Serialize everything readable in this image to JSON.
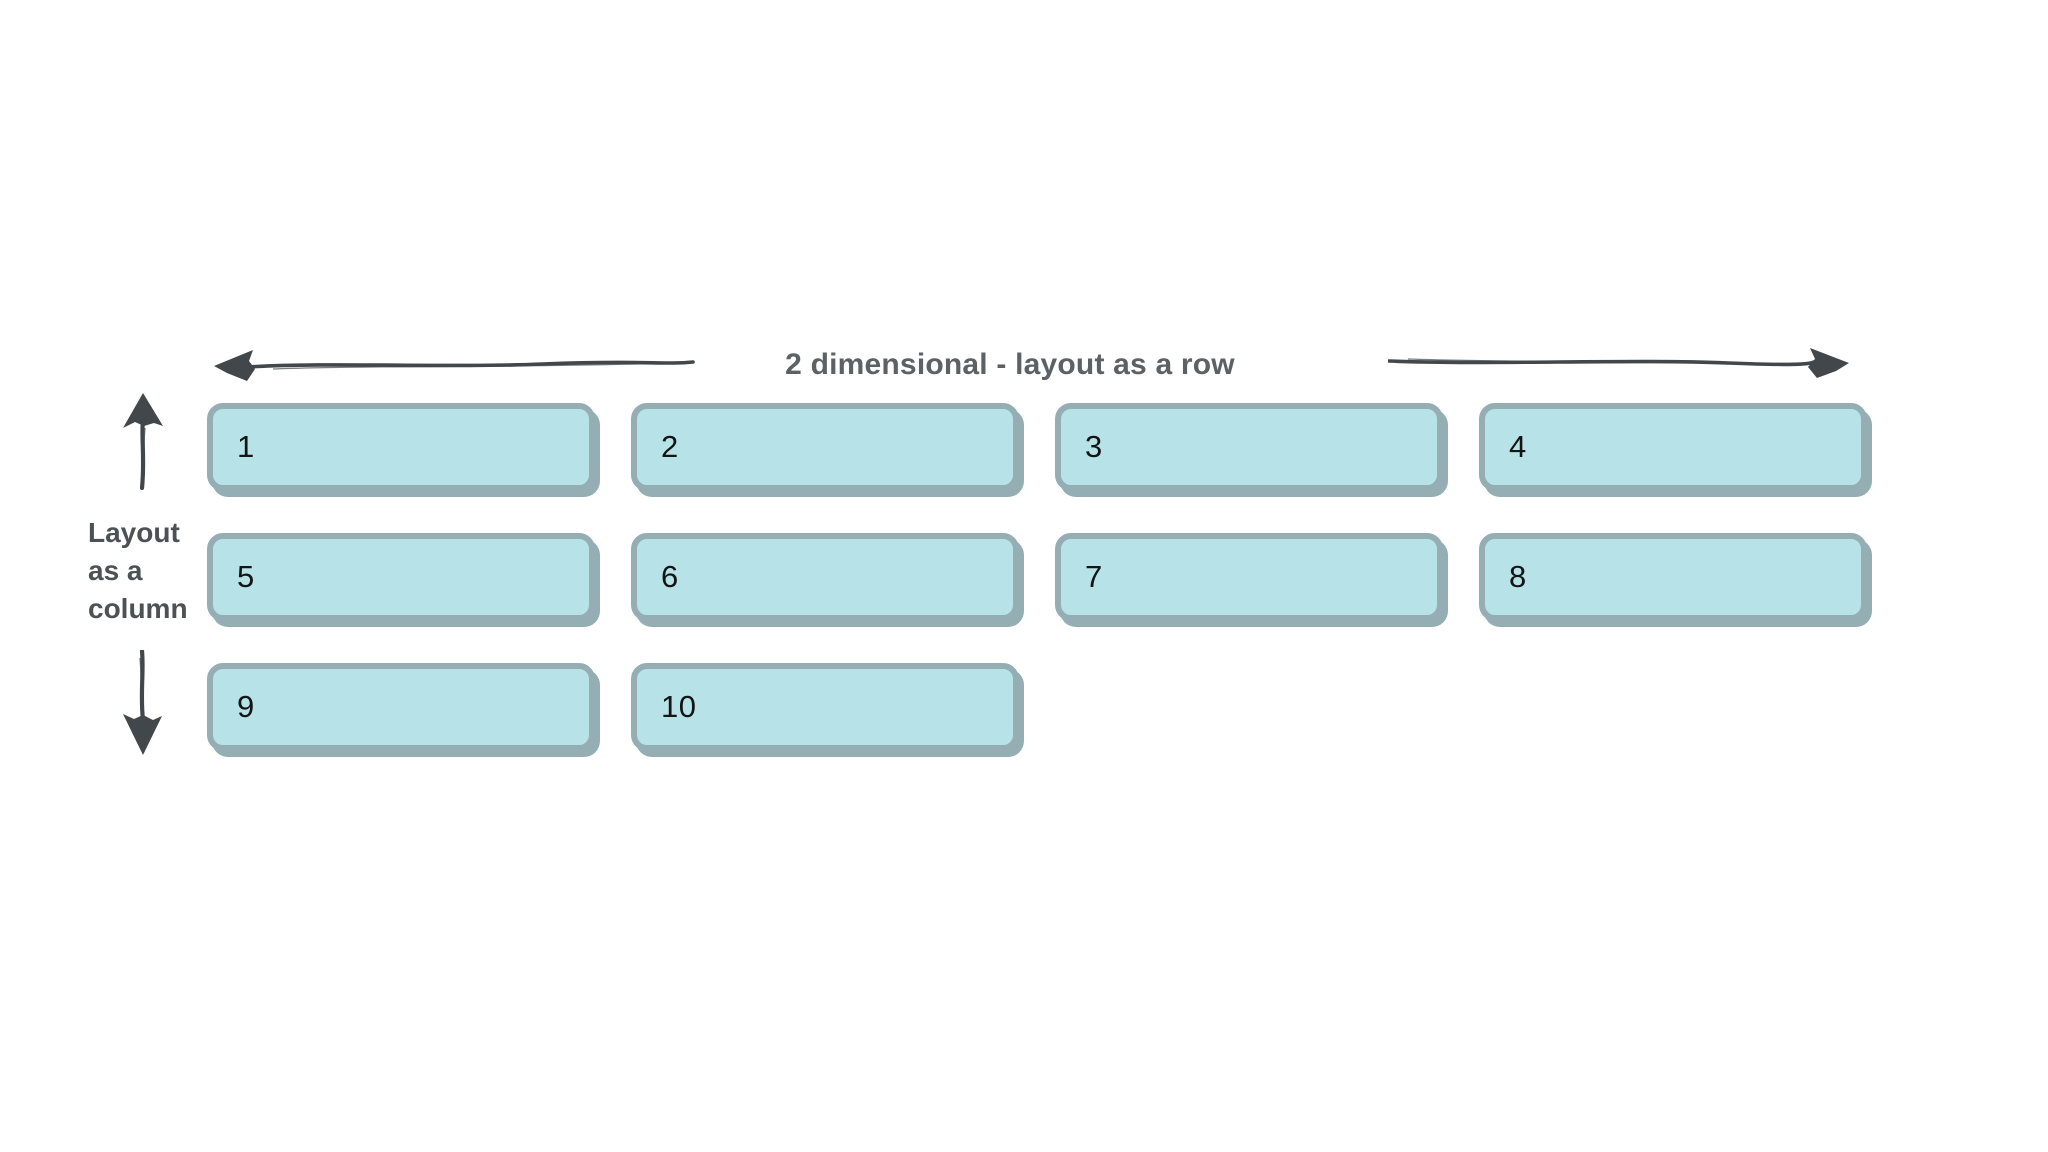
{
  "row_axis": {
    "title": "2 dimensional - layout as a row"
  },
  "column_axis": {
    "full_text": "Layout as a column",
    "lines": [
      "Layout",
      "as a",
      "column"
    ]
  },
  "box_labels": [
    "1",
    "2",
    "3",
    "4",
    "5",
    "6",
    "7",
    "8",
    "9",
    "10"
  ],
  "icons": {
    "left": "sketch-arrow-left-icon",
    "right": "sketch-arrow-right-icon",
    "up": "sketch-arrow-up-icon",
    "down": "sketch-arrow-down-icon"
  },
  "colors": {
    "box_fill": "#b6e2e8",
    "box_border": "#95aeb3",
    "arrow": "#41474a",
    "title_text": "#5b6164",
    "label_text": "#4b5154",
    "number_text": "#141414",
    "background": "#ffffff"
  }
}
